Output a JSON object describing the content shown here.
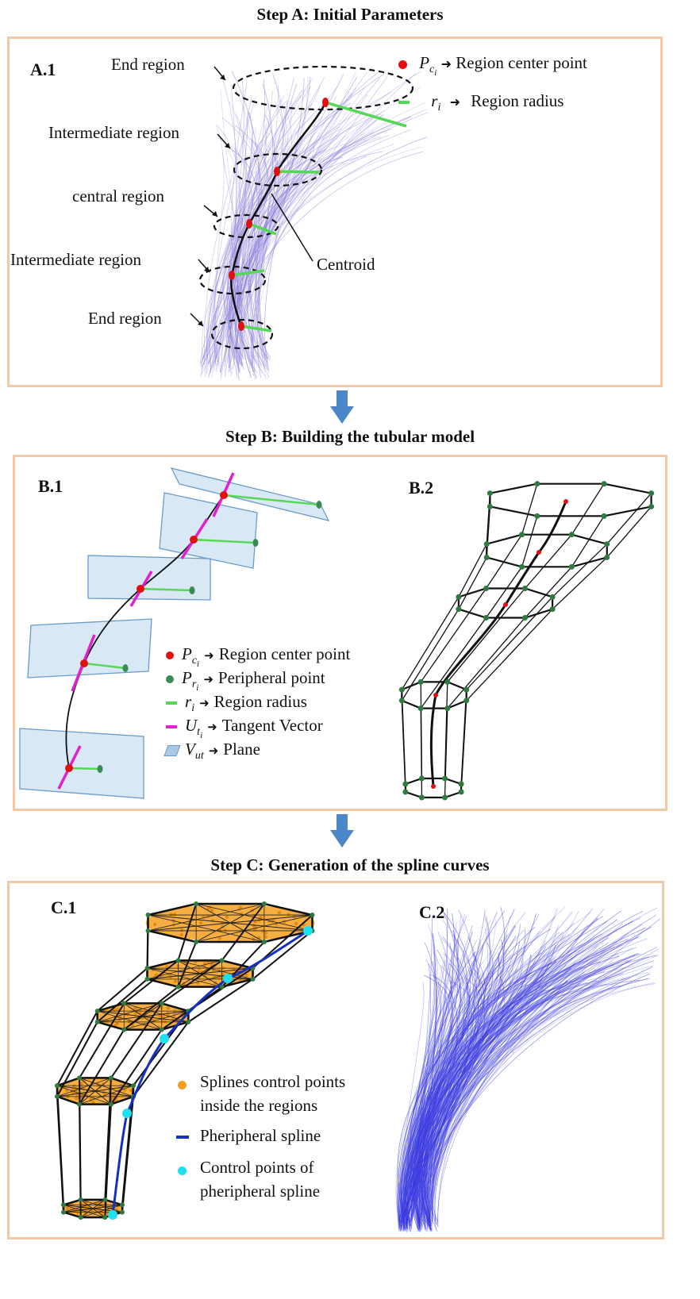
{
  "step_a": {
    "title": "Step A: Initial Parameters",
    "panel_label": "A.1",
    "labels": {
      "end_top": "End region",
      "intermediate_top": "Intermediate region",
      "central": "central region",
      "intermediate_bottom": "Intermediate region",
      "end_bottom": "End region",
      "centroid": "Centroid"
    },
    "legend": [
      {
        "symbol": "P",
        "sub": "c",
        "subsub": "i",
        "text": "Region center point",
        "color": "#e01010"
      },
      {
        "symbol": "r",
        "sub": "i",
        "subsub": "",
        "text": "Region radius",
        "color": "#55d855"
      }
    ]
  },
  "step_b": {
    "title": "Step B: Building the tubular model",
    "panel1_label": "B.1",
    "panel2_label": "B.2",
    "legend": [
      {
        "symbol": "P",
        "sub": "c",
        "subsub": "i",
        "text": "Region center point",
        "color": "#e01010"
      },
      {
        "symbol": "P",
        "sub": "r",
        "subsub": "i",
        "text": "Peripheral point",
        "color": "#3a8a55"
      },
      {
        "symbol": "r",
        "sub": "i",
        "subsub": "",
        "text": "Region radius",
        "color": "#55d855"
      },
      {
        "symbol": "U",
        "sub": "t",
        "subsub": "i",
        "text": "Tangent Vector",
        "color": "#e020d0"
      },
      {
        "symbol": "V",
        "sub": "ut",
        "subsub": "",
        "text": "Plane",
        "color": "#a8c8e8"
      }
    ]
  },
  "step_c": {
    "title": "Step C: Generation of the spline curves",
    "panel1_label": "C.1",
    "panel2_label": "C.2",
    "legend": [
      {
        "line1": "Splines control points",
        "line2": "inside the regions",
        "color": "#f5a020"
      },
      {
        "line1": "Pheripheral spline",
        "line2": "",
        "color": "#1530c0"
      },
      {
        "line1": "Control points of",
        "line2": "pheripheral spline",
        "color": "#20e0f0"
      }
    ]
  },
  "colors": {
    "panel_border": "#f2c9a4",
    "arrow": "#4a86c8",
    "fibers_a": "#8a7fd8",
    "fibers_c": "#3a3ae0"
  }
}
